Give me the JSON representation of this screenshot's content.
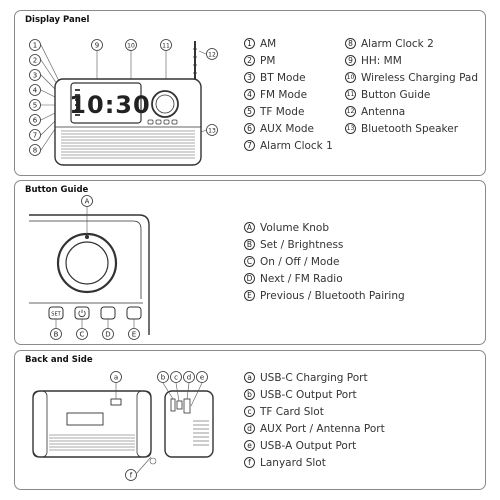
{
  "sections": {
    "display": {
      "title": "Display Panel",
      "clock_time": "10:30",
      "items_col1": [
        {
          "num": "1",
          "label": "AM"
        },
        {
          "num": "2",
          "label": "PM"
        },
        {
          "num": "3",
          "label": "BT Mode"
        },
        {
          "num": "4",
          "label": "FM Mode"
        },
        {
          "num": "5",
          "label": "TF Mode"
        },
        {
          "num": "6",
          "label": "AUX Mode"
        },
        {
          "num": "7",
          "label": "Alarm Clock 1"
        }
      ],
      "items_col2": [
        {
          "num": "8",
          "label": "Alarm Clock 2"
        },
        {
          "num": "9",
          "label": "HH: MM"
        },
        {
          "num": "10",
          "label": "Wireless Charging Pad"
        },
        {
          "num": "11",
          "label": "Button Guide"
        },
        {
          "num": "12",
          "label": "Antenna"
        },
        {
          "num": "13",
          "label": "Bluetooth Speaker"
        }
      ]
    },
    "buttons": {
      "title": "Button Guide",
      "set_label": "SET",
      "items": [
        {
          "num": "A",
          "label": "Volume Knob"
        },
        {
          "num": "B",
          "label": "Set / Brightness"
        },
        {
          "num": "C",
          "label": "On / Off / Mode"
        },
        {
          "num": "D",
          "label": "Next / FM Radio"
        },
        {
          "num": "E",
          "label": "Previous / Bluetooth Pairing"
        }
      ]
    },
    "back": {
      "title": "Back and Side",
      "items": [
        {
          "num": "a",
          "label": "USB-C Charging Port"
        },
        {
          "num": "b",
          "label": "USB-C Output Port"
        },
        {
          "num": "c",
          "label": "TF Card Slot"
        },
        {
          "num": "d",
          "label": "AUX Port / Antenna Port"
        },
        {
          "num": "e",
          "label": "USB-A Output Port"
        },
        {
          "num": "f",
          "label": "Lanyard Slot"
        }
      ]
    }
  },
  "icons": [
    "circled-number-icon",
    "speaker-grille-icon",
    "antenna-icon",
    "volume-knob-icon",
    "power-icon",
    "bluetooth-icon",
    "usb-port-icon"
  ]
}
